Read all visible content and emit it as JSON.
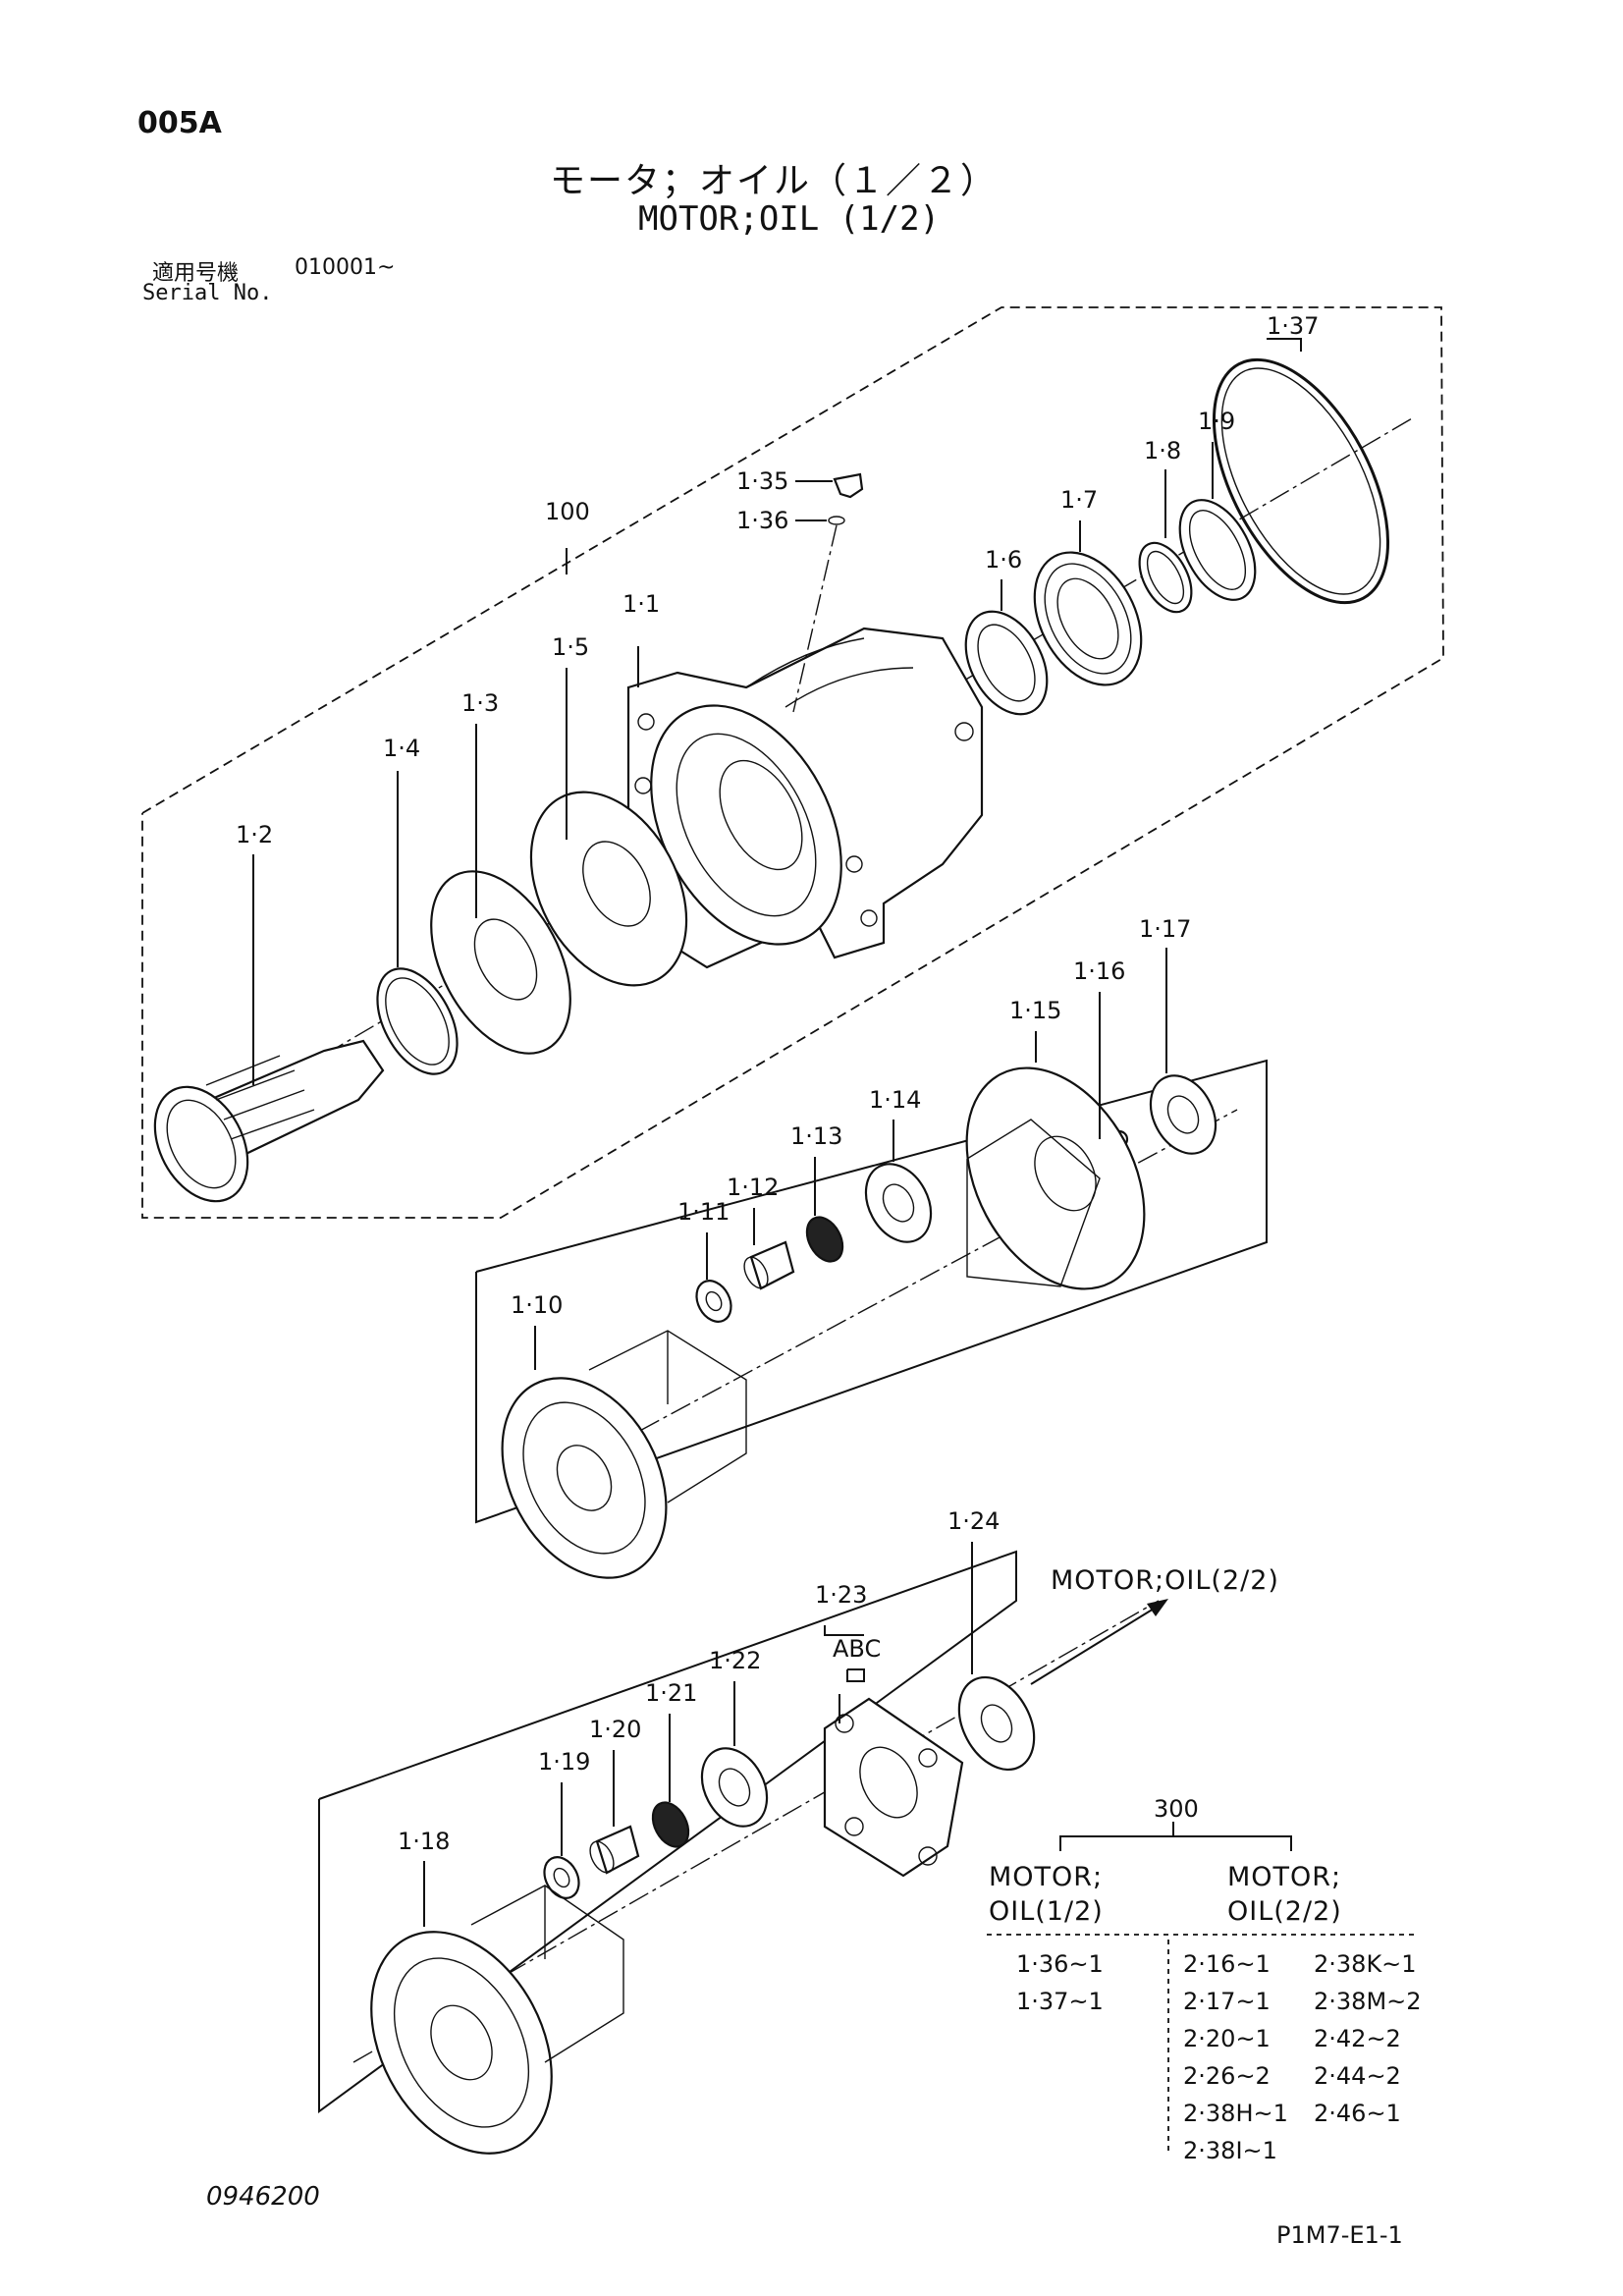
{
  "header": {
    "code": "005A",
    "title_jp": "モータ；オイル（１／２）",
    "title_en": "MOTOR;OIL (1/2)",
    "serial_label_jp": "適用号機",
    "serial_value": "010001~",
    "serial_label_en": "Serial No."
  },
  "callouts": {
    "assembly_100": "100",
    "p1_1": "1·1",
    "p1_2": "1·2",
    "p1_3": "1·3",
    "p1_4": "1·4",
    "p1_5": "1·5",
    "p1_6": "1·6",
    "p1_7": "1·7",
    "p1_8": "1·8",
    "p1_9": "1·9",
    "p1_10": "1·10",
    "p1_11": "1·11",
    "p1_12": "1·12",
    "p1_13": "1·13",
    "p1_14": "1·14",
    "p1_15": "1·15",
    "p1_16": "1·16",
    "p1_17": "1·17",
    "p1_18": "1·18",
    "p1_19": "1·19",
    "p1_20": "1·20",
    "p1_21": "1·21",
    "p1_22": "1·22",
    "p1_23": "1·23",
    "p1_23_variants": "ABC",
    "p1_24": "1·24",
    "p1_35": "1·35",
    "p1_36": "1·36",
    "p1_37": "1·37",
    "continuation": "MOTOR;OIL(2/2)"
  },
  "kit_table": {
    "kit_number": "300",
    "col1_line1": "MOTOR;",
    "col1_line2": "OIL(1/2)",
    "col2_line1": "MOTOR;",
    "col2_line2": "OIL(2/2)",
    "col1_items": [
      "1·36~1",
      "1·37~1"
    ],
    "col2_items_a": [
      "2·16~1",
      "2·17~1",
      "2·20~1",
      "2·26~2",
      "2·38H~1",
      "2·38I~1"
    ],
    "col2_items_b": [
      "2·38K~1",
      "2·38M~2",
      "2·42~2",
      "2·44~2",
      "2·46~1"
    ]
  },
  "footer": {
    "drawing_number": "0946200",
    "page_code": "P1M7-E1-1"
  }
}
